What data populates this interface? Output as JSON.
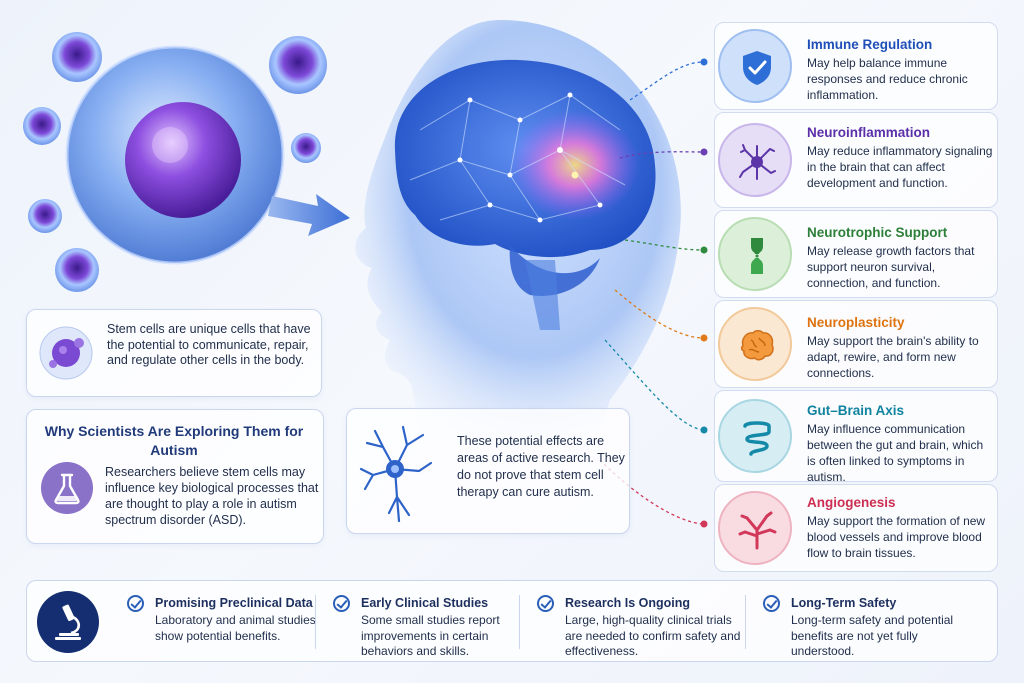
{
  "colors": {
    "immune": "#2d6fd6",
    "neuroinflammation": "#6a3fb3",
    "neurotrophic": "#2f8a3e",
    "neuroplasticity": "#e07a1a",
    "gut_brain": "#148aa8",
    "angiogenesis": "#d2385a",
    "navy": "#152e72"
  },
  "intro": {
    "text": "Stem cells are unique cells that have the potential to communicate, repair, and regulate other cells in the body.",
    "icon": "stem-cell-icon"
  },
  "why": {
    "title": "Why Scientists Are Exploring Them for Autism",
    "text": "Researchers believe stem cells may influence key biological processes that are thought to play a role in autism spectrum disorder (ASD).",
    "icon": "flask-icon"
  },
  "note": {
    "text": "These potential effects are areas of active research. They do not prove that stem cell therapy can cure autism.",
    "icon": "neuron-icon"
  },
  "mechanisms": [
    {
      "title": "Immune Regulation",
      "desc": "May help balance immune responses and reduce chronic inflammation.",
      "icon": "shield-check-icon"
    },
    {
      "title": "Neuroinflammation",
      "desc": "May reduce inflammatory signaling in the brain that can affect development and function.",
      "icon": "microglia-icon"
    },
    {
      "title": "Neurotrophic Support",
      "desc": "May release growth factors that support neuron survival, connection, and function.",
      "icon": "synapse-icon"
    },
    {
      "title": "Neuroplasticity",
      "desc": "May support the brain's ability to adapt, rewire, and form new connections.",
      "icon": "brain-icon"
    },
    {
      "title": "Gut–Brain Axis",
      "desc": "May influence communication between the gut and brain, which is often linked to symptoms in autism.",
      "icon": "gut-icon"
    },
    {
      "title": "Angiogenesis",
      "desc": "May support the formation of new blood vessels and improve blood flow to brain tissues.",
      "icon": "blood-vessel-icon"
    }
  ],
  "findings": [
    {
      "title": "Promising Preclinical Data",
      "desc": "Laboratory and animal studies show potential benefits."
    },
    {
      "title": "Early Clinical Studies",
      "desc": "Some small studies report improvements in certain behaviors and skills."
    },
    {
      "title": "Research Is Ongoing",
      "desc": "Large, high-quality clinical trials are needed to confirm safety and effectiveness."
    },
    {
      "title": "Long-Term Safety",
      "desc": "Long-term safety and potential benefits are not yet fully understood."
    }
  ],
  "strip_icon": "microscope-icon"
}
